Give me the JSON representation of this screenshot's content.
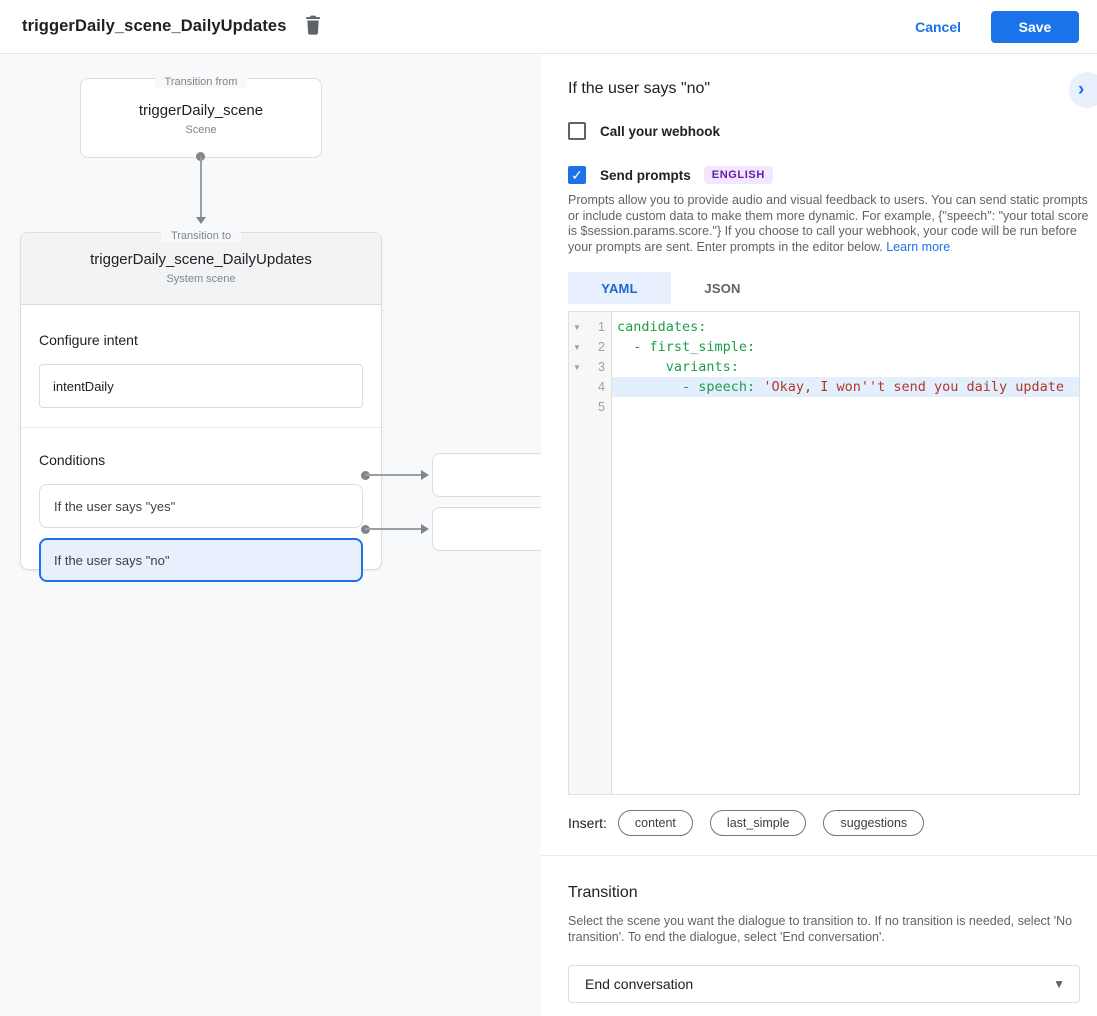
{
  "topbar": {
    "title": "triggerDaily_scene_DailyUpdates",
    "cancel_label": "Cancel",
    "save_label": "Save"
  },
  "canvas": {
    "transition_from": {
      "legend": "Transition from",
      "title": "triggerDaily_scene",
      "subtitle": "Scene"
    },
    "transition_to": {
      "legend": "Transition to",
      "title": "triggerDaily_scene_DailyUpdates",
      "subtitle": "System scene",
      "configure_intent_label": "Configure intent",
      "intent_value": "intentDaily",
      "conditions_label": "Conditions",
      "conditions": [
        {
          "label": "If the user says \"yes\"",
          "selected": false
        },
        {
          "label": "If the user says \"no\"",
          "selected": true
        }
      ]
    }
  },
  "panel": {
    "title": "If the user says \"no\"",
    "chevron_glyph": "›",
    "webhook_label": "Call your webhook",
    "send_prompts_label": "Send prompts",
    "check_glyph": "✓",
    "language_badge": "ENGLISH",
    "description": "Prompts allow you to provide audio and visual feedback to users. You can send static prompts or include custom data to make them more dynamic. For example, {\"speech\": \"your total score is $session.params.score.\"} If you choose to call your webhook, your code will be run before your prompts are sent. Enter prompts in the editor below. ",
    "learn_more_label": "Learn more",
    "tabs": [
      {
        "label": "YAML",
        "active": true
      },
      {
        "label": "JSON",
        "active": false
      }
    ],
    "editor": {
      "lines": [
        {
          "num": "1",
          "fold_glyph": "▼",
          "key": "candidates:",
          "str": "",
          "highlighted": false
        },
        {
          "num": "2",
          "fold_glyph": "▼",
          "key": "  - first_simple:",
          "str": "",
          "highlighted": false
        },
        {
          "num": "3",
          "fold_glyph": "▼",
          "key": "      variants:",
          "str": "",
          "highlighted": false
        },
        {
          "num": "4",
          "fold_glyph": "",
          "key": "        - speech: ",
          "str": "'Okay, I won''t send you daily update",
          "highlighted": true
        },
        {
          "num": "5",
          "fold_glyph": "",
          "key": "",
          "str": "",
          "highlighted": false
        }
      ]
    },
    "insert_label": "Insert:",
    "insert_chips": [
      "content",
      "last_simple",
      "suggestions"
    ],
    "transition": {
      "heading": "Transition",
      "description": "Select the scene you want the dialogue to transition to. If no transition is needed, select 'No transition'. To end the dialogue, select 'End conversation'.",
      "dropdown_value": "End conversation",
      "caret_glyph": "▼"
    }
  },
  "colors": {
    "accent_blue": "#1a73e8",
    "accent_blue_light": "#e8f0fe",
    "code_key_green": "#1e9e4c",
    "code_string_red": "#b5362c",
    "badge_bg": "#f2e7fe",
    "badge_text": "#681da8",
    "canvas_bg": "#f8f9fa",
    "line_highlight": "#e3effc"
  }
}
